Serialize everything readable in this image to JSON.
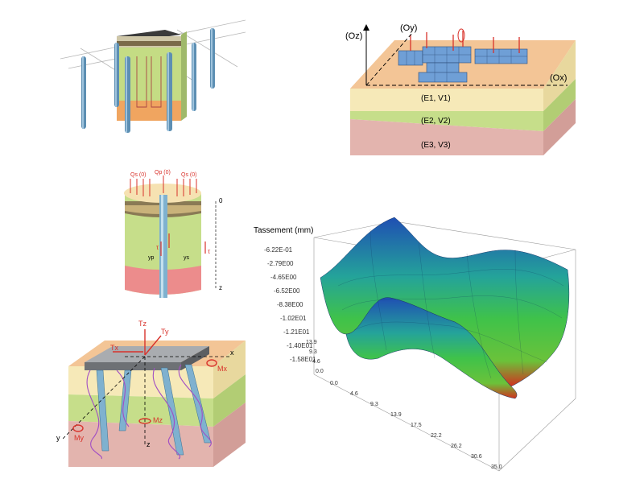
{
  "colors": {
    "soil_cream": "#f6e9b8",
    "soil_green": "#c6de8a",
    "soil_pink": "#e3b4ae",
    "top_orange": "#f3c596",
    "pile_blue": "#5d8fb3",
    "arrow_red": "#d8322b",
    "slab_gray": "#8a8d91",
    "raft_blue": "#6f9fd6"
  },
  "p1": {},
  "p2": {
    "axis_z": "(Oz)",
    "axis_y": "(Oy)",
    "axis_x": "(Ox)",
    "layer1": "(E1, V1)",
    "layer2": "(E2, V2)",
    "layer3": "(E3, V3)"
  },
  "p3": {
    "qs_left": "Qs (0)",
    "qp": "Qp (0)",
    "qs_right": "Qs (0)",
    "depth_zero": "0",
    "depth_z": "z",
    "tau": "τ",
    "y_left": "yp",
    "y_right": "ys"
  },
  "p4": {
    "tz": "Tz",
    "ty": "Ty",
    "tx": "Tx",
    "mx": "Mx",
    "my": "My",
    "mz": "Mz",
    "axis_x": "x",
    "axis_y": "y",
    "axis_z": "z"
  },
  "p5": {
    "title": "Tassement (mm)",
    "z_ticks": [
      "-6.22E-01",
      "-2.79E00",
      "-4.65E00",
      "-6.52E00",
      "-8.38E00",
      "-1.02E01",
      "-1.21E01",
      "-1.40E01",
      "-1.58E01"
    ],
    "x_ticks": [
      "0.0",
      "4.6",
      "9.3",
      "13.9"
    ],
    "y_ticks": [
      "0.0",
      "4.6",
      "9.3",
      "13.9",
      "17.5",
      "22.2",
      "26.2",
      "30.6",
      "35.0"
    ]
  }
}
